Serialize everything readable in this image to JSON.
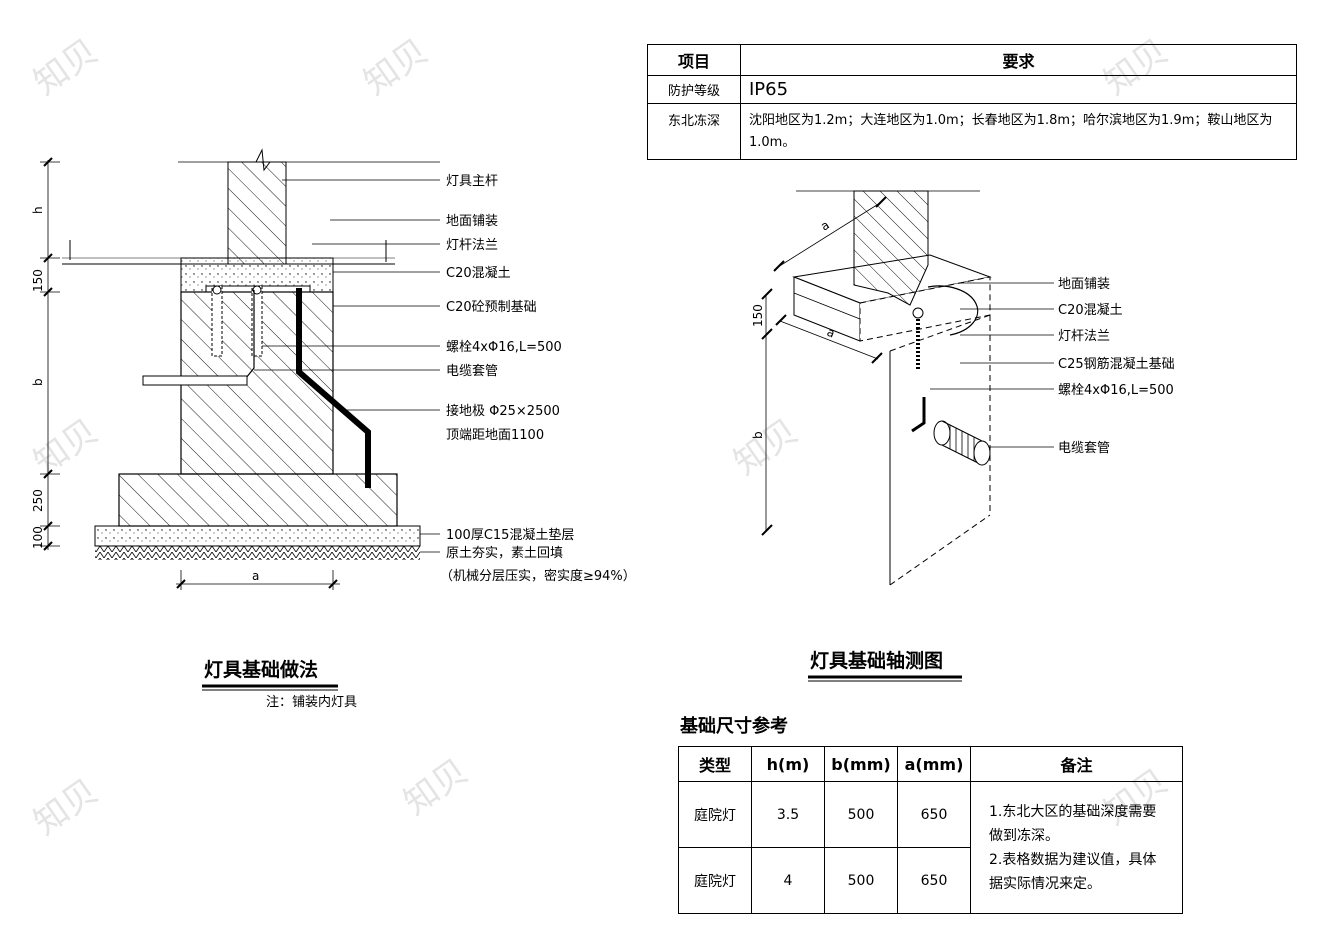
{
  "left_diagram": {
    "labels": {
      "main_pole": "灯具主杆",
      "paving": "地面铺装",
      "flange": "灯杆法兰",
      "c20_concrete": "C20混凝土",
      "precast_base": "C20砼预制基础",
      "bolts": "螺栓4xΦ16,L=500",
      "conduit": "电缆套管",
      "ground_rod": "接地极 Φ25×2500",
      "ground_rod_top": "顶端距地面1100",
      "cushion": "100厚C15混凝土垫层",
      "soil": "原土夯实，素土回填",
      "compaction": "（机械分层压实，密实度≥94%）"
    },
    "dims": {
      "h": "h",
      "d150": "150",
      "b": "b",
      "d250": "250",
      "d100": "100",
      "a": "a"
    },
    "title": "灯具基础做法",
    "note": "注：铺装内灯具"
  },
  "right_diagram": {
    "labels": {
      "paving": "地面铺装",
      "c20_concrete": "C20混凝土",
      "flange": "灯杆法兰",
      "c25_base": "C25钢筋混凝土基础",
      "bolts": "螺栓4xΦ16,L=500",
      "conduit": "电缆套管"
    },
    "dims": {
      "a_top": "a",
      "a_side": "a",
      "d150": "150",
      "b": "b"
    },
    "title": "灯具基础轴测图"
  },
  "requirements_table": {
    "headers": [
      "项目",
      "要求"
    ],
    "rows": [
      {
        "item": "防护等级",
        "req": "IP65"
      },
      {
        "item": "东北冻深",
        "req": "沈阳地区为1.2m；大连地区为1.0m；长春地区为1.8m；哈尔滨地区为1.9m；鞍山地区为1.0m。"
      }
    ]
  },
  "reference_table": {
    "title": "基础尺寸参考",
    "headers": [
      "类型",
      "h(m)",
      "b(mm)",
      "a(mm)",
      "备注"
    ],
    "rows": [
      {
        "type": "庭院灯",
        "h": "3.5",
        "b": "500",
        "a": "650"
      },
      {
        "type": "庭院灯",
        "h": "4",
        "b": "500",
        "a": "650"
      }
    ],
    "note_line1": "1.东北大区的基础深度需要做到冻深。",
    "note_line2": "2.表格数据为建议值，具体据实际情况来定。"
  },
  "watermark": "知贝"
}
